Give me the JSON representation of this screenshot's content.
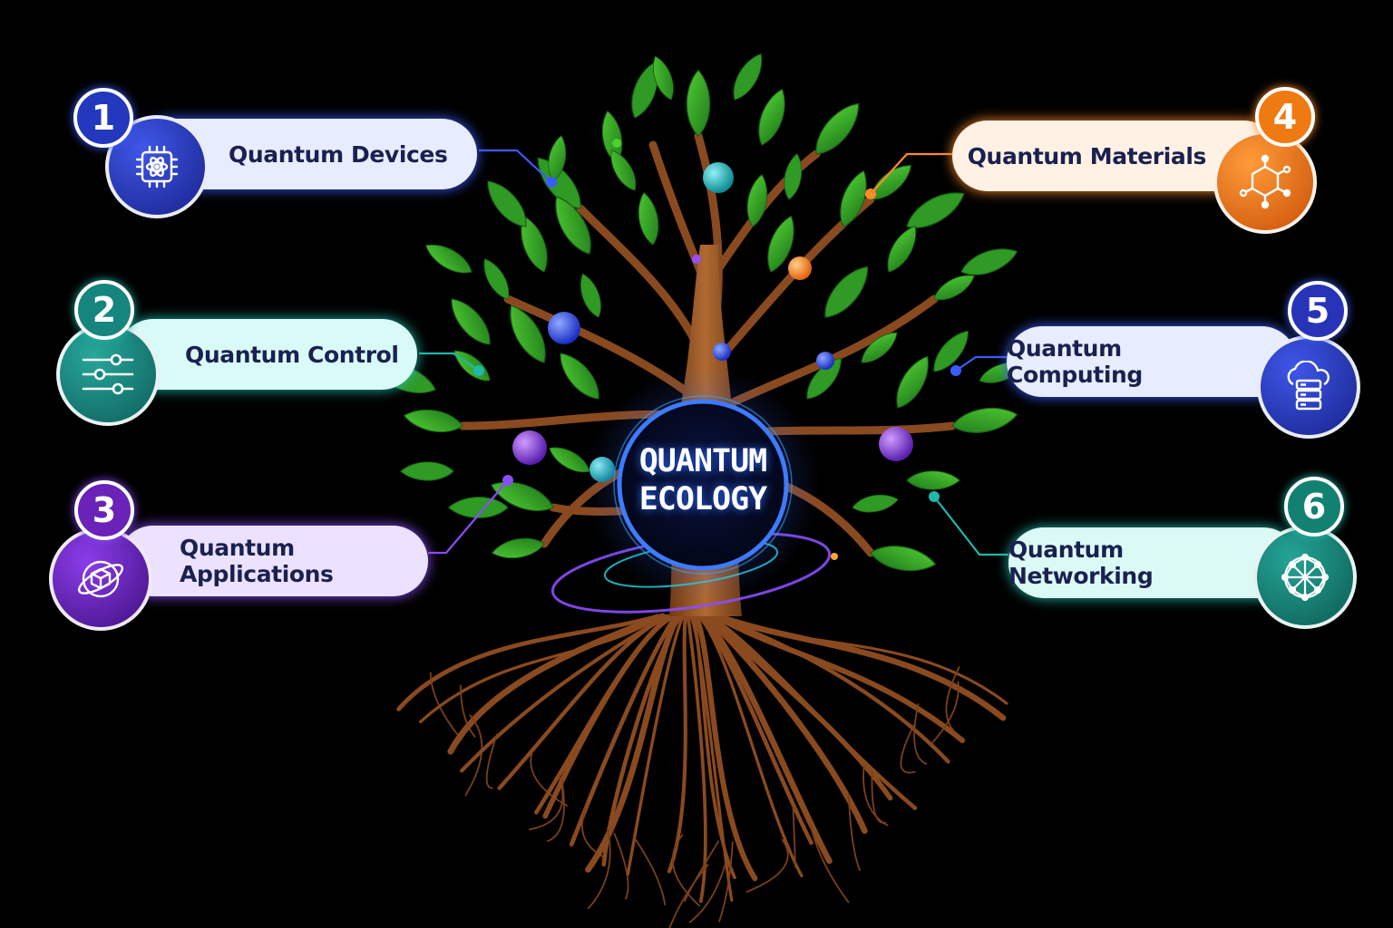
{
  "center": {
    "line1": "QUANTUM",
    "line2": "ECOLOGY"
  },
  "nodes": [
    {
      "num": "1",
      "label": "Quantum Devices",
      "icon": "chip-atom-icon",
      "color": "#2536b8"
    },
    {
      "num": "2",
      "label": "Quantum Control",
      "icon": "sliders-icon",
      "color": "#16857d"
    },
    {
      "num": "3",
      "label": "Quantum Applications",
      "icon": "orbit-cube-icon",
      "color": "#6a22b8"
    },
    {
      "num": "4",
      "label": "Quantum Materials",
      "icon": "molecule-icon",
      "color": "#f07a12"
    },
    {
      "num": "5",
      "label": "Quantum Computing",
      "icon": "cloud-server-icon",
      "color": "#2834b8"
    },
    {
      "num": "6",
      "label": "Quantum Networking",
      "icon": "network-globe-icon",
      "color": "#138172"
    }
  ]
}
